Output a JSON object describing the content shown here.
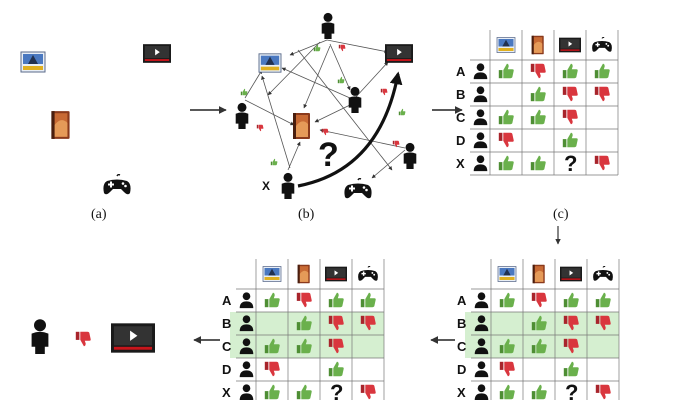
{
  "labels": {
    "a": "(a)",
    "b": "(b)",
    "c": "(c)"
  },
  "graph": {
    "user_x_label": "X",
    "question": "?"
  },
  "matrix": {
    "rows": [
      "A",
      "B",
      "C",
      "D",
      "X"
    ],
    "columns": [
      "game-icon",
      "book-icon",
      "video-icon",
      "gamepad-icon"
    ],
    "cells": [
      [
        "up",
        "down",
        "up",
        "up"
      ],
      [
        "",
        "up",
        "down",
        "down"
      ],
      [
        "up",
        "up",
        "down",
        ""
      ],
      [
        "down",
        "",
        "up",
        ""
      ],
      [
        "up",
        "up",
        "?",
        "down"
      ]
    ]
  },
  "output": {
    "item": "video-icon",
    "rating": "down"
  },
  "colors": {
    "up": "#6ab04c",
    "down": "#d9363e",
    "highlight": "#d5efd0",
    "ink": "#111111"
  }
}
